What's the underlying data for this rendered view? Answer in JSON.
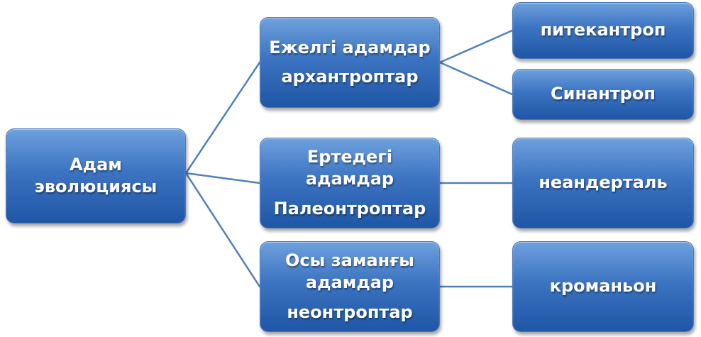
{
  "diagram": {
    "root": {
      "line1": "Адам",
      "line2": "эволюциясы"
    },
    "branch_a": {
      "line1": "Ежелгі адамдар",
      "line2": "архантроптар"
    },
    "branch_b": {
      "line1": "Ертедегі",
      "line2": "адамдар",
      "line3": "Палеонтроптар"
    },
    "branch_c": {
      "line1": "Осы заманғы",
      "line2": "адамдар",
      "line3": "неонтроптар"
    },
    "leaf_a1": "питекантроп",
    "leaf_a2": "Синантроп",
    "leaf_b1": "неандерталь",
    "leaf_c1": "кроманьон"
  },
  "colors": {
    "box_top": "#6ea0dc",
    "box_bottom": "#1f56a5",
    "connector": "#4f81bd",
    "text": "#ffffff"
  }
}
